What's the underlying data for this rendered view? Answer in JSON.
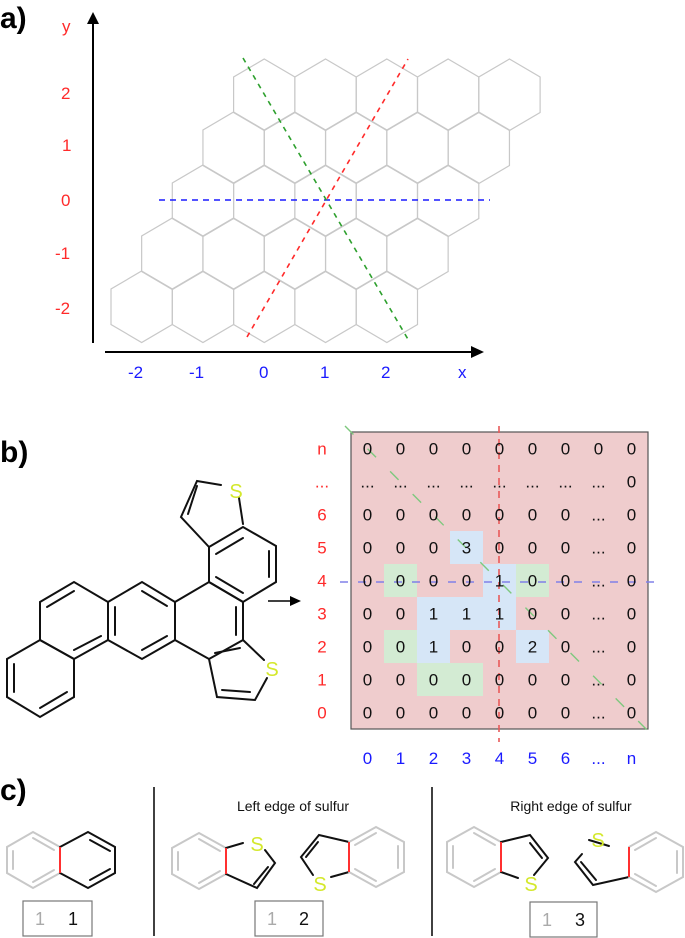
{
  "panels": {
    "a": {
      "label": "a)",
      "y_axis": {
        "name": "y",
        "ticks": [
          "2",
          "1",
          "0",
          "-1",
          "-2"
        ],
        "color": "#ff2a2a"
      },
      "x_axis": {
        "name": "x",
        "ticks": [
          "-2",
          "-1",
          "0",
          "1",
          "2"
        ],
        "color": "#1a1aff"
      },
      "grid": {
        "type": "hexagonal",
        "rows": 5,
        "hexes_per_row": 5,
        "stroke": "#c8c8c8"
      },
      "lines": [
        {
          "name": "horizontal",
          "color": "#1a1aff",
          "style": "dashed"
        },
        {
          "name": "diagonal-up",
          "color": "#ff2a2a",
          "style": "dashed"
        },
        {
          "name": "diagonal-down",
          "color": "#2ea02e",
          "style": "dashed"
        }
      ]
    },
    "b": {
      "label": "b)",
      "molecule": {
        "heteroatoms": [
          "S",
          "S"
        ]
      },
      "matrix": {
        "row_labels": [
          "n",
          "...",
          "6",
          "5",
          "4",
          "3",
          "2",
          "1",
          "0"
        ],
        "col_labels": [
          "0",
          "1",
          "2",
          "3",
          "4",
          "5",
          "6",
          "...",
          "n"
        ],
        "rows": [
          [
            "0",
            "0",
            "0",
            "0",
            "0",
            "0",
            "0",
            "0",
            "0"
          ],
          [
            "...",
            "...",
            "...",
            "...",
            "...",
            "...",
            "...",
            "...",
            "0"
          ],
          [
            "0",
            "0",
            "0",
            "0",
            "0",
            "0",
            "0",
            "...",
            "0"
          ],
          [
            "0",
            "0",
            "0",
            "3",
            "0",
            "0",
            "0",
            "...",
            "0"
          ],
          [
            "0",
            "0",
            "0",
            "0",
            "1",
            "0",
            "0",
            "...",
            "0"
          ],
          [
            "0",
            "0",
            "1",
            "1",
            "1",
            "0",
            "0",
            "...",
            "0"
          ],
          [
            "0",
            "0",
            "1",
            "0",
            "0",
            "2",
            "0",
            "...",
            "0"
          ],
          [
            "0",
            "0",
            "0",
            "0",
            "0",
            "0",
            "0",
            "...",
            "0"
          ],
          [
            "0",
            "0",
            "0",
            "0",
            "0",
            "0",
            "0",
            "...",
            "0"
          ]
        ],
        "colors": {
          "background": "#efcccd",
          "blue": "#d6e6f7",
          "green": "#d3ebd3"
        },
        "blue_cells": [
          [
            3,
            3
          ],
          [
            4,
            4
          ],
          [
            5,
            2
          ],
          [
            5,
            3
          ],
          [
            5,
            4
          ],
          [
            6,
            2
          ],
          [
            6,
            5
          ]
        ],
        "green_cells": [
          [
            4,
            1
          ],
          [
            4,
            5
          ],
          [
            6,
            1
          ],
          [
            7,
            2
          ],
          [
            7,
            3
          ]
        ]
      }
    },
    "c": {
      "label": "c)",
      "groups": [
        {
          "caption": "",
          "box": [
            "1",
            "1"
          ]
        },
        {
          "caption": "Left edge of sulfur",
          "box": [
            "1",
            "2"
          ]
        },
        {
          "caption": "Right edge of sulfur",
          "box": [
            "1",
            "3"
          ]
        }
      ],
      "sulfur_label": "S"
    }
  }
}
